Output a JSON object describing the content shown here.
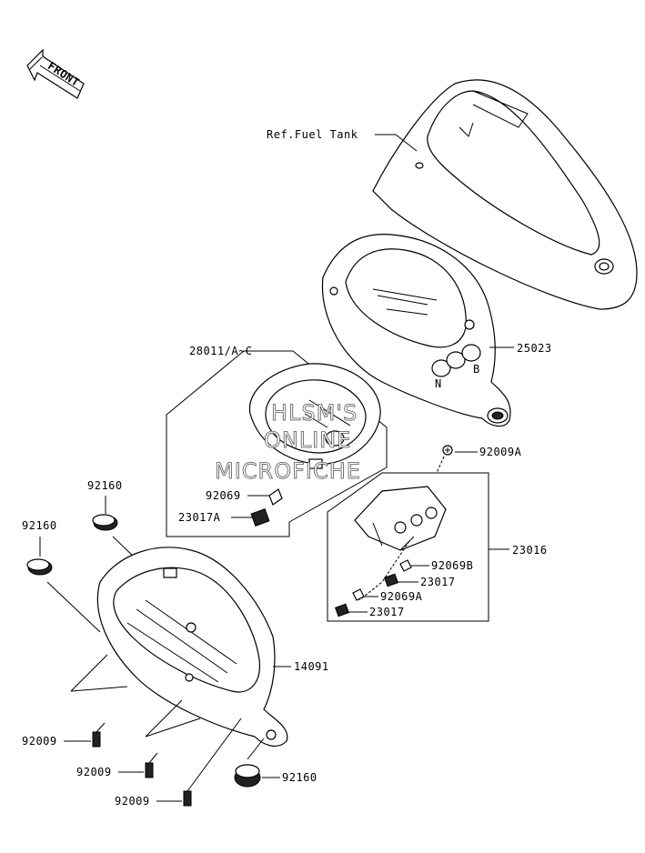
{
  "front_arrow": {
    "label": "FRONT"
  },
  "watermark": {
    "line1": "HLSM'S",
    "line2": "ONLINE",
    "line3": "MICROFICHE"
  },
  "labels": {
    "ref_fuel_tank": "Ref.Fuel Tank",
    "p25023": "25023",
    "p28011": "28011/A~C",
    "p92009A": "92009A",
    "p92069": "92069",
    "p23017A": "23017A",
    "p23016": "23016",
    "p92069B": "92069B",
    "p23017_1": "23017",
    "p92069A": "92069A",
    "p23017_2": "23017",
    "p92160_1": "92160",
    "p92160_2": "92160",
    "p14091": "14091",
    "p92009_1": "92009",
    "p92009_2": "92009",
    "p92009_3": "92009",
    "p92160_3": "92160"
  },
  "meter_labels": {
    "n": "N",
    "b": "B"
  }
}
